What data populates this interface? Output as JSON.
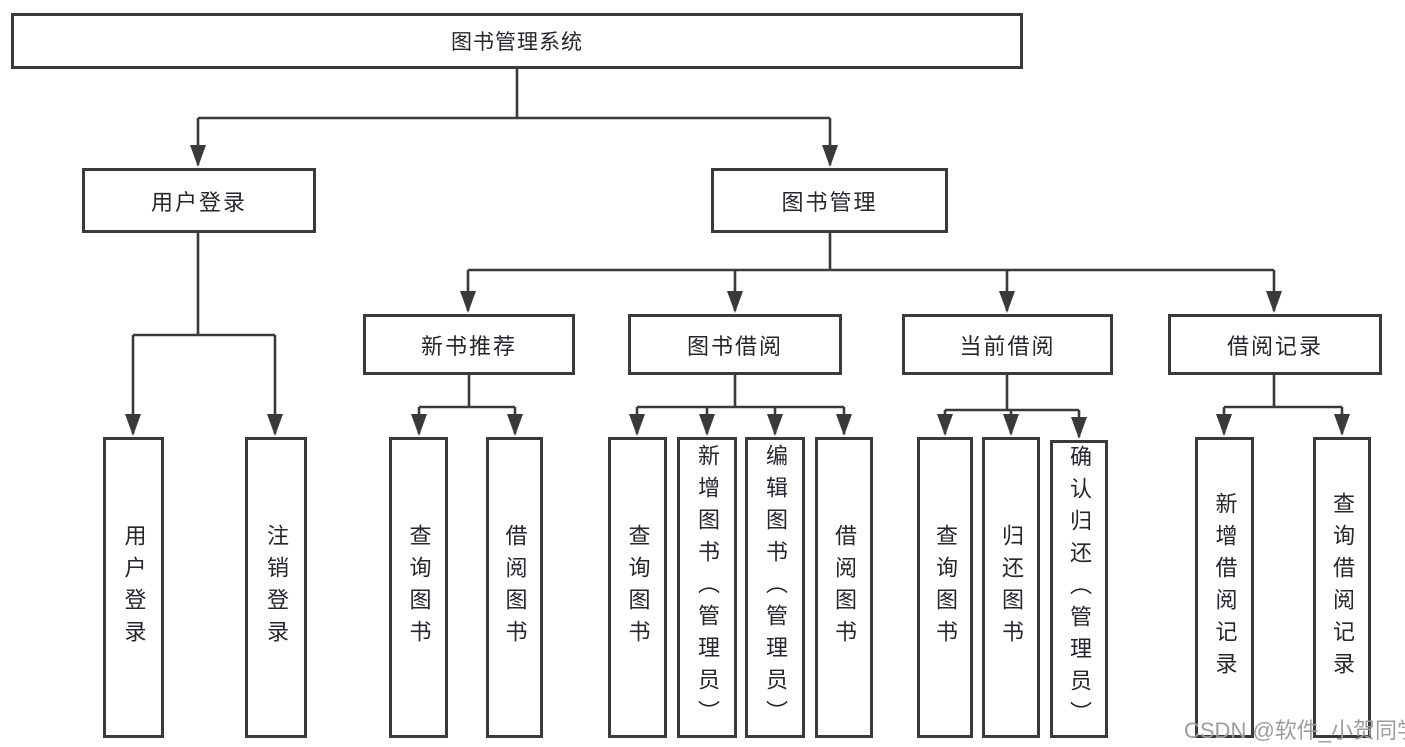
{
  "tree": {
    "root": "图书管理系统",
    "branches": [
      {
        "label": "用户登录",
        "children": [
          "用户登录",
          "注销登录"
        ]
      },
      {
        "label": "图书管理",
        "children": [
          {
            "label": "新书推荐",
            "children": [
              "查询图书",
              "借阅图书"
            ]
          },
          {
            "label": "图书借阅",
            "children": [
              "查询图书",
              "新增图书（管理员）",
              "编辑图书（管理员）",
              "借阅图书"
            ]
          },
          {
            "label": "当前借阅",
            "children": [
              "查询图书",
              "归还图书",
              "确认归还（管理员）"
            ]
          },
          {
            "label": "借阅记录",
            "children": [
              "新增借阅记录",
              "查询借阅记录"
            ]
          }
        ]
      }
    ]
  },
  "watermark": {
    "text": "CSDN @软件_小贺同学"
  },
  "colors": {
    "line": "#3a3a3a",
    "text": "#26262c",
    "box_background": "#ffffff",
    "watermark": "#9d9d9d"
  }
}
